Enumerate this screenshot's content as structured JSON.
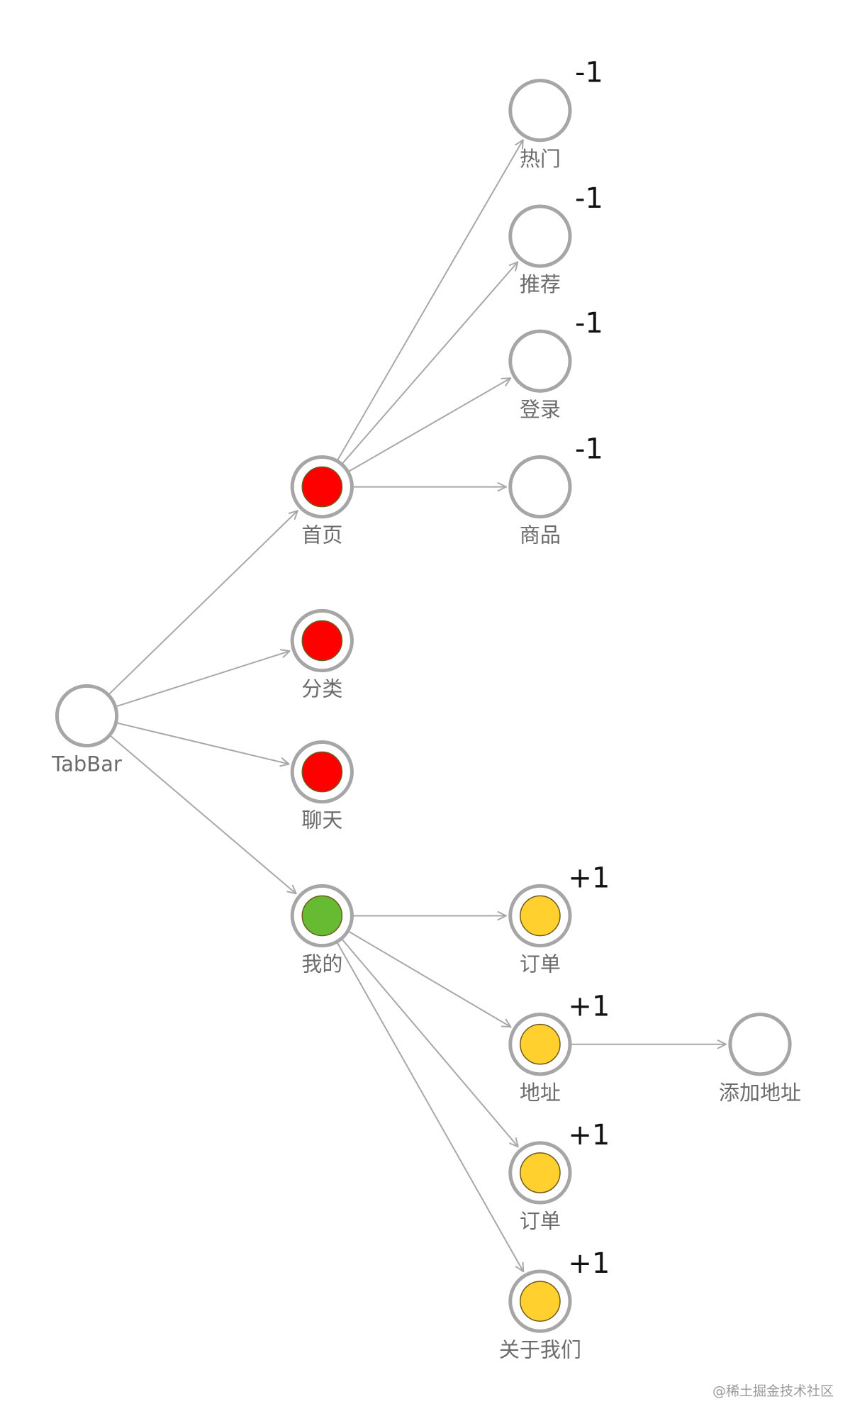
{
  "diagram": {
    "nodes": [
      {
        "id": "tabbar",
        "label": "TabBar",
        "state": "empty"
      },
      {
        "id": "shouye",
        "label": "首页",
        "state": "red"
      },
      {
        "id": "fenlei",
        "label": "分类",
        "state": "red"
      },
      {
        "id": "liaotian",
        "label": "聊天",
        "state": "red"
      },
      {
        "id": "wode",
        "label": "我的",
        "state": "green"
      },
      {
        "id": "remen",
        "label": "热门",
        "state": "empty",
        "badge": "-1"
      },
      {
        "id": "tuijian",
        "label": "推荐",
        "state": "empty",
        "badge": "-1"
      },
      {
        "id": "denglu",
        "label": "登录",
        "state": "empty",
        "badge": "-1"
      },
      {
        "id": "shangpin",
        "label": "商品",
        "state": "empty",
        "badge": "-1"
      },
      {
        "id": "dingdan1",
        "label": "订单",
        "state": "yellow",
        "badge": "+1"
      },
      {
        "id": "dizhi",
        "label": "地址",
        "state": "yellow",
        "badge": "+1"
      },
      {
        "id": "dingdan2",
        "label": "订单",
        "state": "yellow",
        "badge": "+1"
      },
      {
        "id": "guanyu",
        "label": "关于我们",
        "state": "yellow",
        "badge": "+1"
      },
      {
        "id": "tianjia",
        "label": "添加地址",
        "state": "empty"
      }
    ],
    "edges": [
      [
        "tabbar",
        "shouye"
      ],
      [
        "tabbar",
        "fenlei"
      ],
      [
        "tabbar",
        "liaotian"
      ],
      [
        "tabbar",
        "wode"
      ],
      [
        "shouye",
        "remen"
      ],
      [
        "shouye",
        "tuijian"
      ],
      [
        "shouye",
        "denglu"
      ],
      [
        "shouye",
        "shangpin"
      ],
      [
        "wode",
        "dingdan1"
      ],
      [
        "wode",
        "dizhi"
      ],
      [
        "wode",
        "dingdan2"
      ],
      [
        "wode",
        "guanyu"
      ],
      [
        "dizhi",
        "tianjia"
      ]
    ],
    "colors": {
      "red": "#ff0000",
      "green": "#66bb33",
      "yellow": "#ffd02e",
      "ring": "#a6a6a6",
      "edge": "#a8a8a8"
    }
  },
  "watermark": "@稀土掘金技术社区"
}
